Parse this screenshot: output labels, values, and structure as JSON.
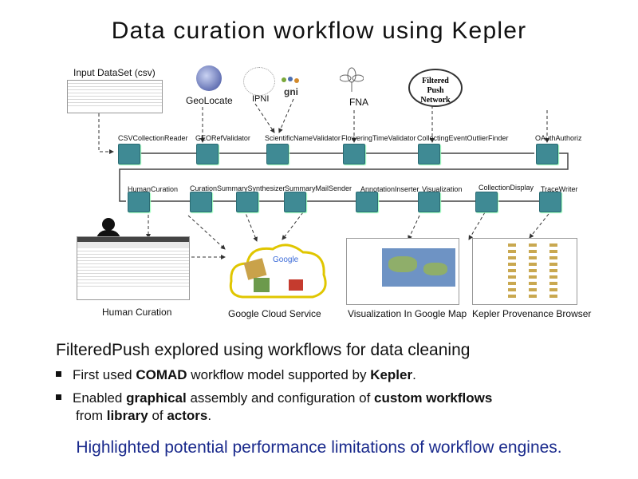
{
  "title": "Data curation workflow using Kepler",
  "inputs": {
    "csv_label": "Input DataSet (csv)",
    "geolocate": "GeoLocate",
    "ipni": "IPNI",
    "gni": "gni",
    "fna": "FNA",
    "filtered_push_network": "Filtered Push Network"
  },
  "row1_actors": [
    "CSVCollectionReader",
    "GEORefValidator",
    "ScientificNameValidator",
    "FloweringTimeValidator",
    "CollectingEventOutlierFinder",
    "OAuthAuthoriz"
  ],
  "row2_actors": [
    "HumanCuration",
    "CurationSummarySynthesizer",
    "SummaryMailSender",
    "AnnotationInserter",
    "Visualization",
    "CollectionDisplay",
    "TraceWriter"
  ],
  "outputs": {
    "human_curation": "Human Curation",
    "google_cloud": "Google Cloud Service",
    "google_map": "Visualization In Google Map",
    "provenance_browser": "Kepler Provenance Browser",
    "google_logo": "Google"
  },
  "subtitle": "FilteredPush explored using workflows for data cleaning",
  "bullets": [
    {
      "plain1": "First used ",
      "bold1": "COMAD",
      "plain2": " workflow model supported by ",
      "bold2": "Kepler",
      "plain3": "."
    },
    {
      "plain1": "Enabled ",
      "bold1": "graphical",
      "plain2": " assembly and configuration of ",
      "bold2": "custom workflows",
      "line2_plain1": "from ",
      "line2_bold1": "library",
      "line2_plain2": " of ",
      "line2_bold2": "actors",
      "line2_plain3": "."
    }
  ],
  "bottom_line": "Highlighted potential performance limitations of workflow engines.",
  "colors": {
    "actor": "#3f8a94",
    "bottom_text": "#1a2a8c"
  }
}
